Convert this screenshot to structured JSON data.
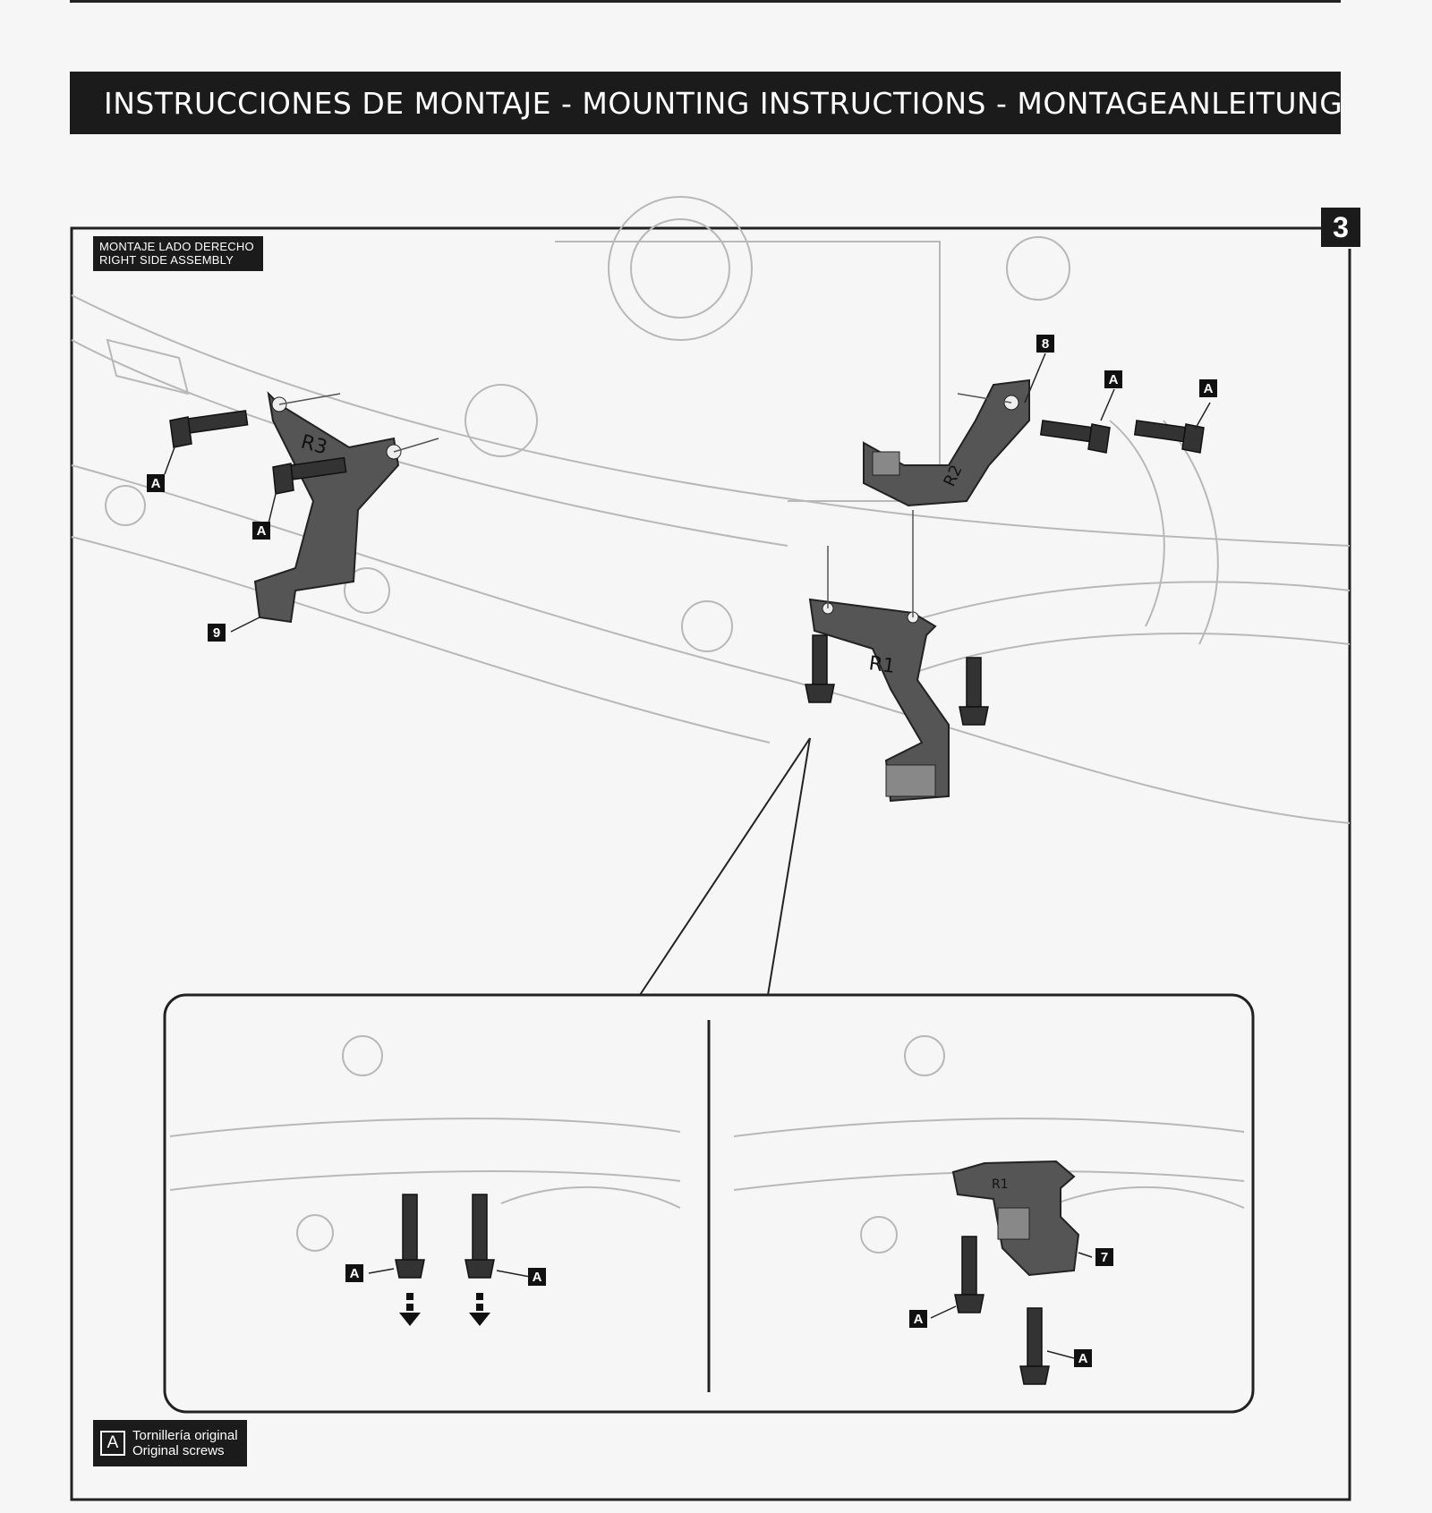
{
  "header": {
    "title": "INSTRUCCIONES DE MONTAJE - MOUNTING INSTRUCTIONS - MONTAGEANLEITUNG"
  },
  "step": {
    "number": "3"
  },
  "side_note": {
    "line1": "MONTAJE LADO DERECHO",
    "line2": "RIGHT SIDE ASSEMBLY"
  },
  "parts": {
    "r1": "R1",
    "r2": "R2",
    "r3": "R3",
    "r1_detail": "R1"
  },
  "callouts": {
    "screw": "A",
    "item_7": "7",
    "item_8": "8",
    "item_9": "9"
  },
  "legend": {
    "key": "A",
    "line1": "Tornillería original",
    "line2": "Original screws"
  }
}
